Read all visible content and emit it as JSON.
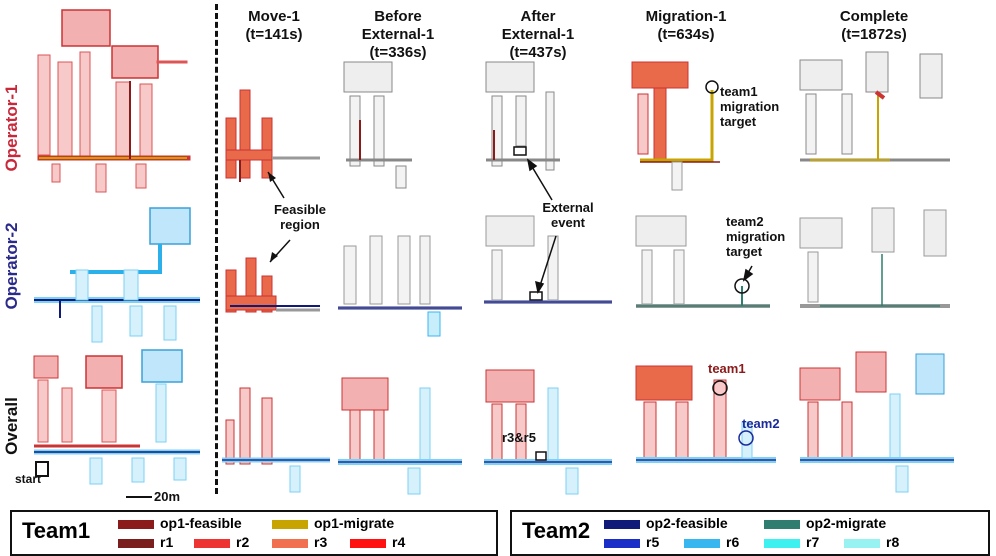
{
  "rows": {
    "operator1": {
      "label": "Operator-1",
      "color": "#c8283a"
    },
    "operator2": {
      "label": "Operator-2",
      "color": "#2a2a8a"
    },
    "overall": {
      "label": "Overall",
      "color": "#111111"
    }
  },
  "columns": [
    {
      "title": "Move-1",
      "time": "(t=141s)"
    },
    {
      "title": "Before External-1",
      "time": "(t=336s)"
    },
    {
      "title": "After External-1",
      "time": "(t=437s)"
    },
    {
      "title": "Migration-1",
      "time": "(t=634s)"
    },
    {
      "title": "Complete",
      "time": "(t=1872s)"
    }
  ],
  "annotations": {
    "feasible_region": "Feasible region",
    "external_event": "External event",
    "team1_target": "team1 migration target",
    "team2_target": "team2 migration target",
    "team1": "team1",
    "team2": "team2",
    "r3r5": "r3&r5",
    "start": "start",
    "scale": "20m"
  },
  "legend": {
    "team1": {
      "title": "Team1",
      "items": [
        {
          "label": "op1-feasible",
          "color": "#8b1a1a"
        },
        {
          "label": "op1-migrate",
          "color": "#c8a400"
        },
        {
          "label": "r1",
          "color": "#7a1e1e"
        },
        {
          "label": "r2",
          "color": "#ee3333"
        },
        {
          "label": "r3",
          "color": "#f07050"
        },
        {
          "label": "r4",
          "color": "#ff1111"
        }
      ]
    },
    "team2": {
      "title": "Team2",
      "items": [
        {
          "label": "op2-feasible",
          "color": "#101a78"
        },
        {
          "label": "op2-migrate",
          "color": "#2e7d6e"
        },
        {
          "label": "r5",
          "color": "#1c2ec8"
        },
        {
          "label": "r6",
          "color": "#38b6f0"
        },
        {
          "label": "r7",
          "color": "#3ef0f0"
        },
        {
          "label": "r8",
          "color": "#99f2f2"
        }
      ]
    }
  }
}
